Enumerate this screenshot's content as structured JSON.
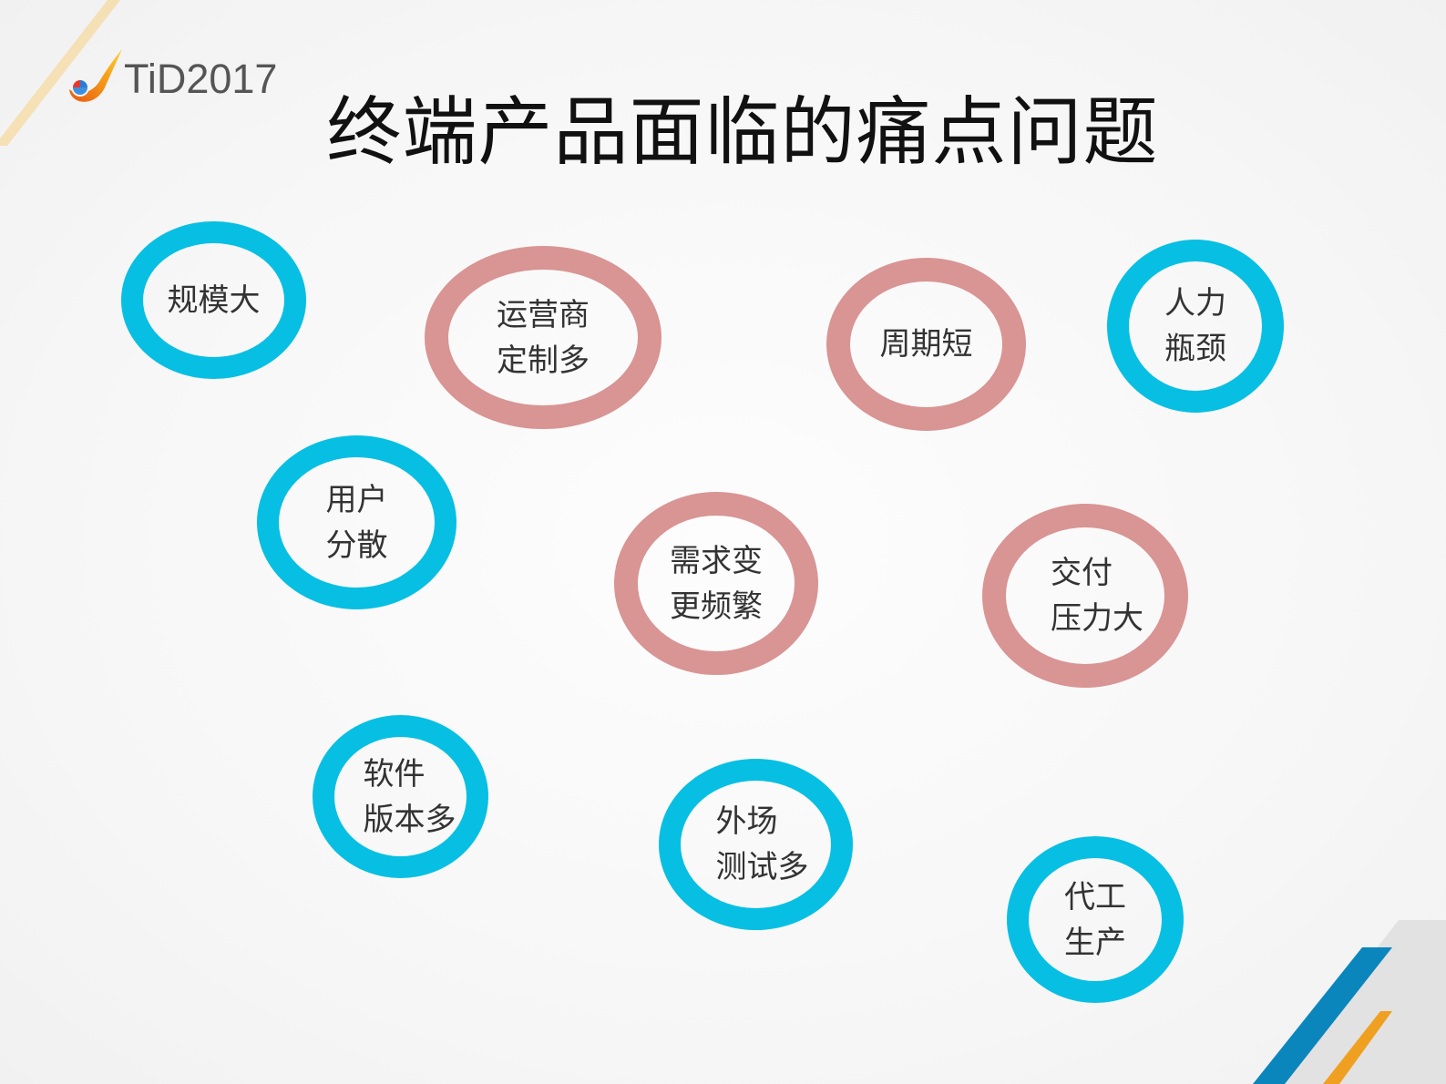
{
  "header": {
    "logo_text": "TiD2017",
    "title": "终端产品面临的痛点问题"
  },
  "colors": {
    "blue_ring": "#07bfe3",
    "pink_ring": "#d99494",
    "stripe_blue": "#0a86bd",
    "stripe_orange": "#f0a020"
  },
  "pain_points": [
    {
      "label": "规模大",
      "color": "blue"
    },
    {
      "label": "运营商\n定制多",
      "color": "pink"
    },
    {
      "label": "周期短",
      "color": "pink"
    },
    {
      "label": "人力\n瓶颈",
      "color": "blue"
    },
    {
      "label": "用户\n分散",
      "color": "blue"
    },
    {
      "label": "需求变\n更频繁",
      "color": "pink"
    },
    {
      "label": "交付\n压力大",
      "color": "pink"
    },
    {
      "label": "软件\n版本多",
      "color": "blue"
    },
    {
      "label": "外场\n测试多",
      "color": "blue"
    },
    {
      "label": "代工\n生产",
      "color": "blue"
    }
  ]
}
